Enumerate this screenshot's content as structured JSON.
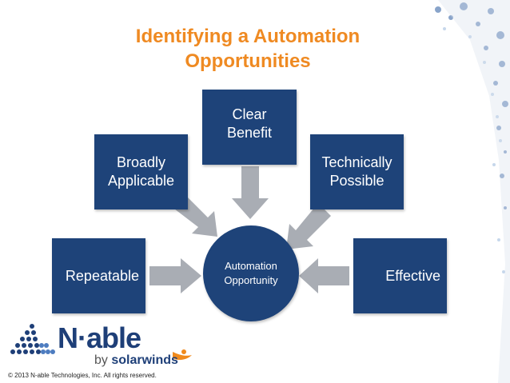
{
  "slide": {
    "title_line1": "Identifying a Automation",
    "title_line2": "Opportunities",
    "center": {
      "line1": "Automation",
      "line2": "Opportunity"
    },
    "boxes": {
      "repeatable": "Repeatable",
      "broadly": "Broadly\nApplicable",
      "clear": "Clear\nBenefit",
      "technically": "Technically\nPossible",
      "effective": "Effective"
    },
    "logo": {
      "brand": "N·able",
      "by": "by",
      "company": "solarwinds"
    },
    "copyright": "© 2013 N-able Technologies, Inc.  All rights reserved."
  },
  "colors": {
    "title": "#ef8a22",
    "box": "#1e4379",
    "arrow": "#a9adb4",
    "logo": "#1e3f78"
  }
}
